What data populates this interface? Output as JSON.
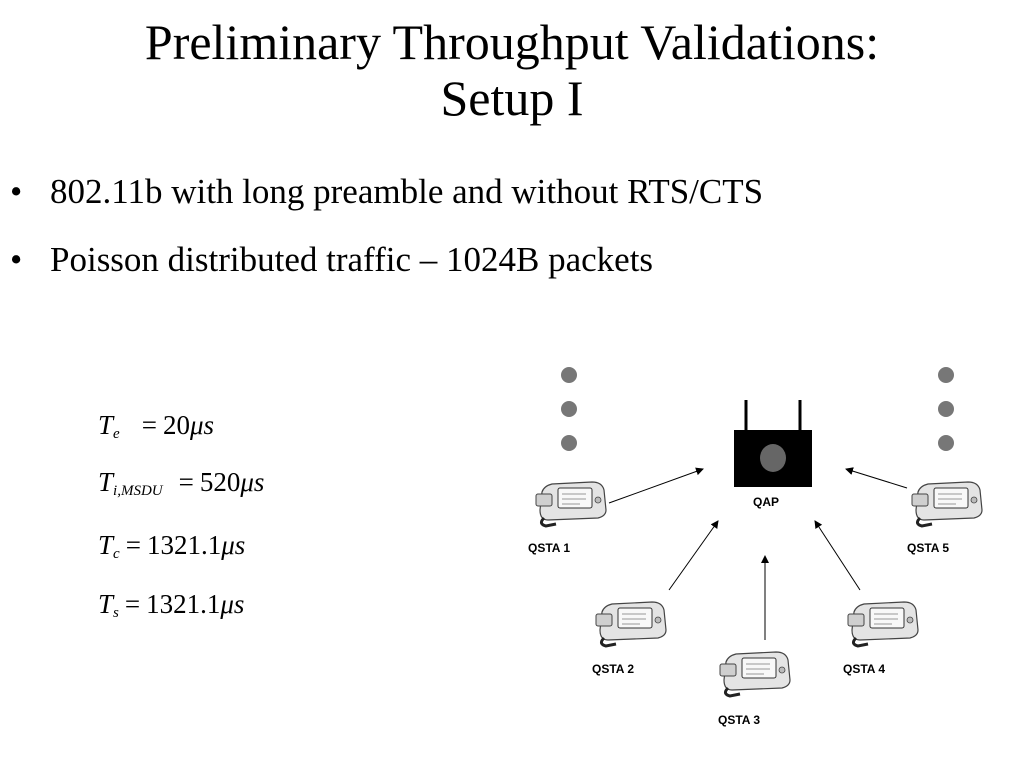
{
  "slide": {
    "title_line1": "Preliminary Throughput Validations:",
    "title_line2": "Setup I",
    "bullets": [
      "802.11b with long preamble and without RTS/CTS",
      "Poisson distributed traffic – 1024B packets"
    ],
    "bullet_glyph": "•"
  },
  "equations": [
    {
      "symbol": "T",
      "subscript": "e",
      "operator": "=",
      "value": "20",
      "unit": "μs"
    },
    {
      "symbol": "T",
      "subscript": "i,MSDU",
      "operator": "=",
      "value": "520",
      "unit": "μs"
    },
    {
      "symbol": "T",
      "subscript": "c",
      "operator": "=",
      "value": "1321.1",
      "unit": "μs"
    },
    {
      "symbol": "T",
      "subscript": "s",
      "operator": "=",
      "value": "1321.1",
      "unit": "μs"
    }
  ],
  "diagram": {
    "access_point": "QAP",
    "stations": [
      "QSTA 1",
      "QSTA 2",
      "QSTA 3",
      "QSTA 4",
      "QSTA 5"
    ],
    "colors": {
      "node_dot": "#777777",
      "ap_body": "#000000",
      "ap_lens": "#666666",
      "arrow": "#000000"
    }
  }
}
